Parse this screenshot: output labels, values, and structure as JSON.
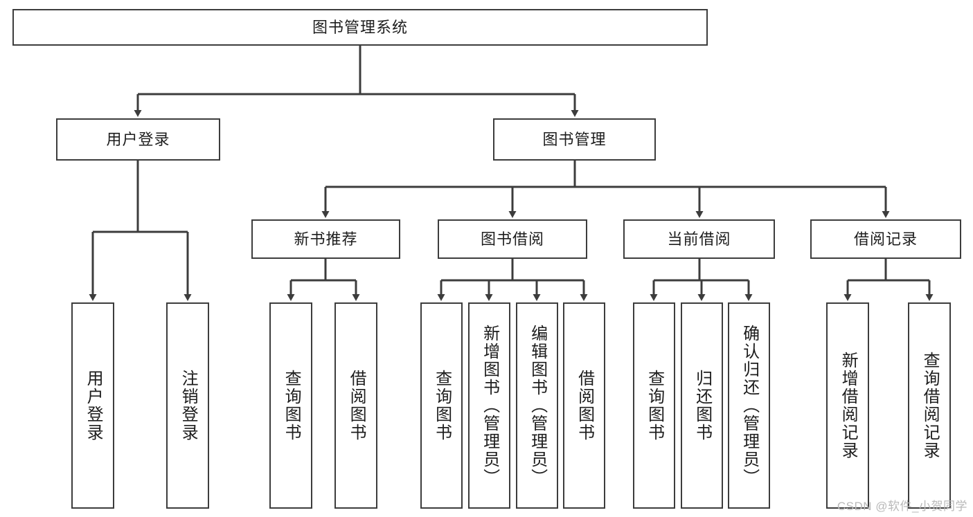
{
  "diagram": {
    "title": "图书管理系统",
    "type": "tree",
    "stroke_color": "#3c3c3c",
    "text_color": "#1d1d1d",
    "background_color": "#ffffff"
  },
  "root": {
    "label": "图书管理系统"
  },
  "level2": [
    {
      "label": "用户登录"
    },
    {
      "label": "图书管理"
    }
  ],
  "level3": [
    {
      "label": "新书推荐"
    },
    {
      "label": "图书借阅"
    },
    {
      "label": "当前借阅"
    },
    {
      "label": "借阅记录"
    }
  ],
  "leaves": {
    "user_login": [
      {
        "label": "用户登录"
      },
      {
        "label": "注销登录"
      }
    ],
    "new_book": [
      {
        "label": "查询图书"
      },
      {
        "label": "借阅图书"
      }
    ],
    "book_borrow": [
      {
        "label": "查询图书"
      },
      {
        "label": "新增图书（管理员）"
      },
      {
        "label": "编辑图书（管理员）"
      },
      {
        "label": "借阅图书"
      }
    ],
    "current_borrow": [
      {
        "label": "查询图书"
      },
      {
        "label": "归还图书"
      },
      {
        "label": "确认归还（管理员）"
      }
    ],
    "borrow_record": [
      {
        "label": "新增借阅记录"
      },
      {
        "label": "查询借阅记录"
      }
    ]
  },
  "watermark": {
    "text": "CSDN @软件_小贺同学"
  }
}
